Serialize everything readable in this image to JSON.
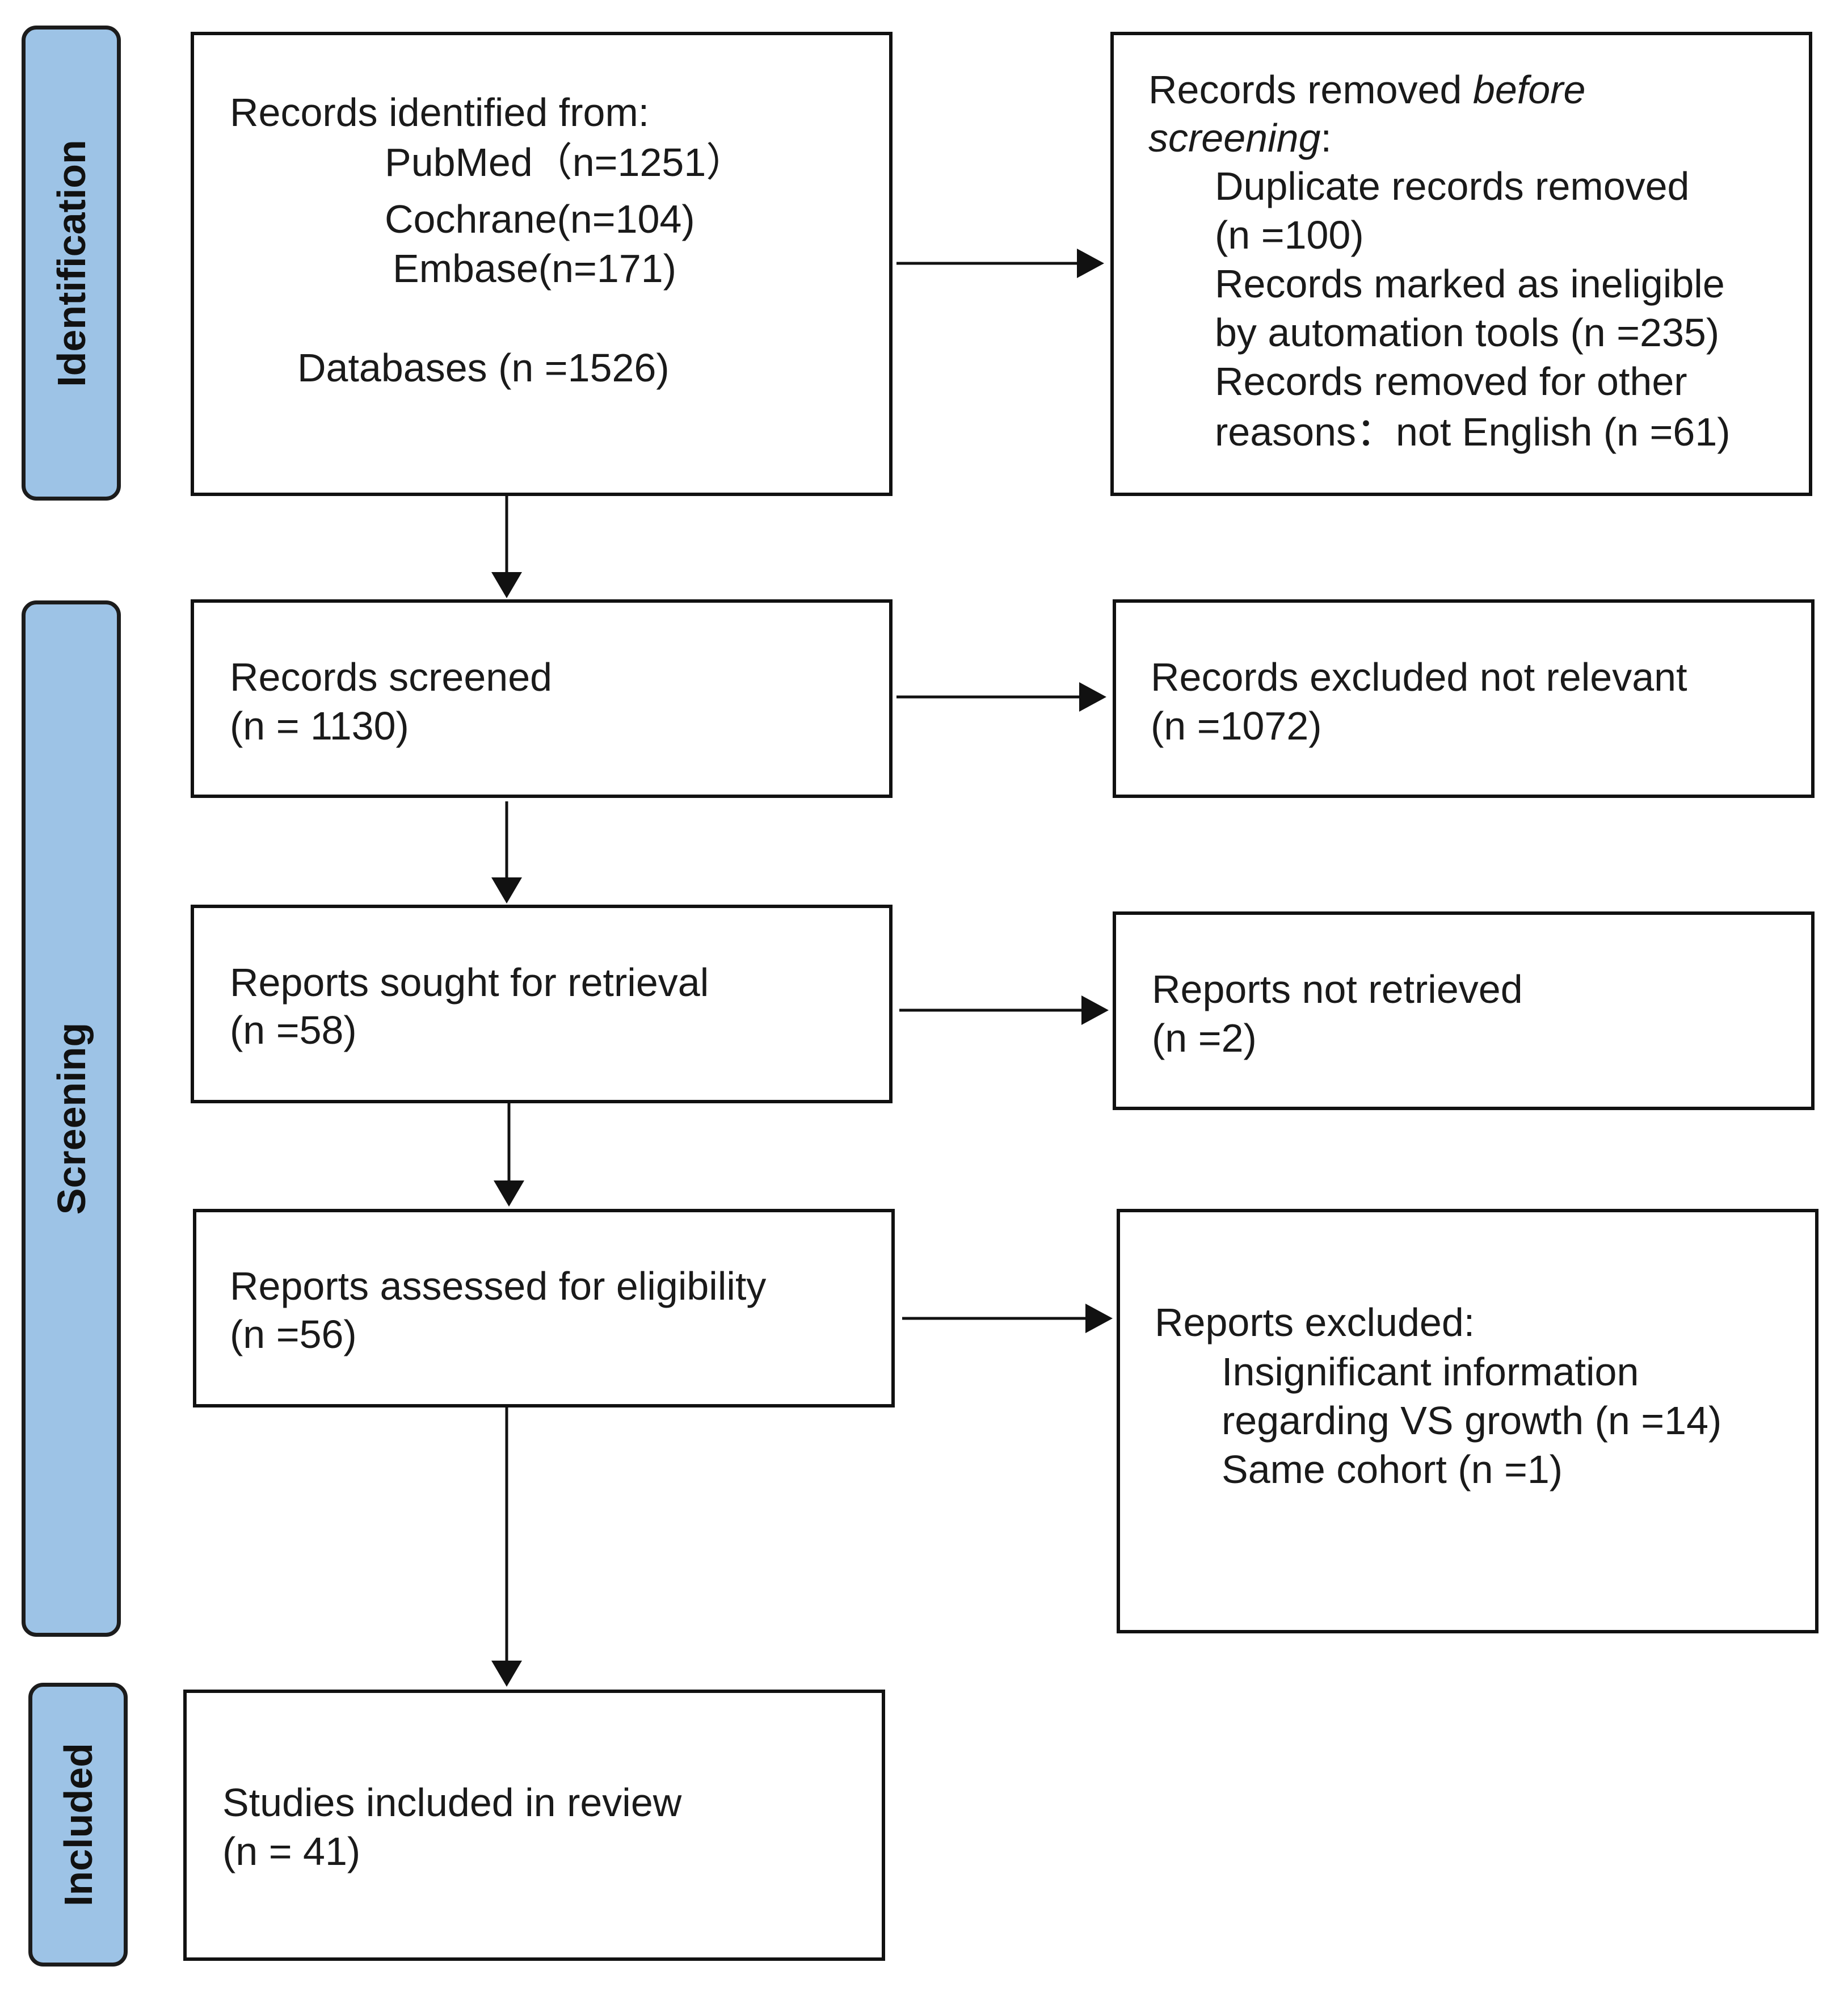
{
  "phases": {
    "identification": "Identification",
    "screening": "Screening",
    "included": "Included"
  },
  "identification_box": {
    "heading": "Records identified from:",
    "pubmed": "PubMed（n=1251）",
    "cochrane": "Cochrane(n=104)",
    "embase": "Embase(n=171)",
    "databases": "Databases (n =1526)"
  },
  "removed_box": {
    "heading_plain": "Records removed ",
    "heading_italic": "before",
    "heading_italic2": "screening",
    "heading_colon": ":",
    "duplicate": "Duplicate records removed",
    "duplicate_n": "(n =100)",
    "ineligible_1": "Records marked as ineligible",
    "ineligible_2": "by automation tools (n =235)",
    "other_1": "Records removed for other",
    "other_2": "reasons：not English (n =61)"
  },
  "screened_box": {
    "label": "Records screened",
    "n": "(n = 1130)"
  },
  "excluded_box": {
    "label": "Records excluded not relevant",
    "n": "(n =1072)"
  },
  "sought_box": {
    "label": "Reports sought for retrieval",
    "n": "(n =58)"
  },
  "not_retrieved_box": {
    "label": "Reports not retrieved",
    "n": "(n =2)"
  },
  "assessed_box": {
    "label": "Reports assessed for eligibility",
    "n": "(n =56)"
  },
  "reports_excluded_box": {
    "heading": "Reports excluded:",
    "line1": "Insignificant information",
    "line2": "regarding VS growth (n =14)",
    "line3": "Same cohort (n =1)"
  },
  "included_box": {
    "label": "Studies included in review",
    "n": "(n = 41)"
  }
}
